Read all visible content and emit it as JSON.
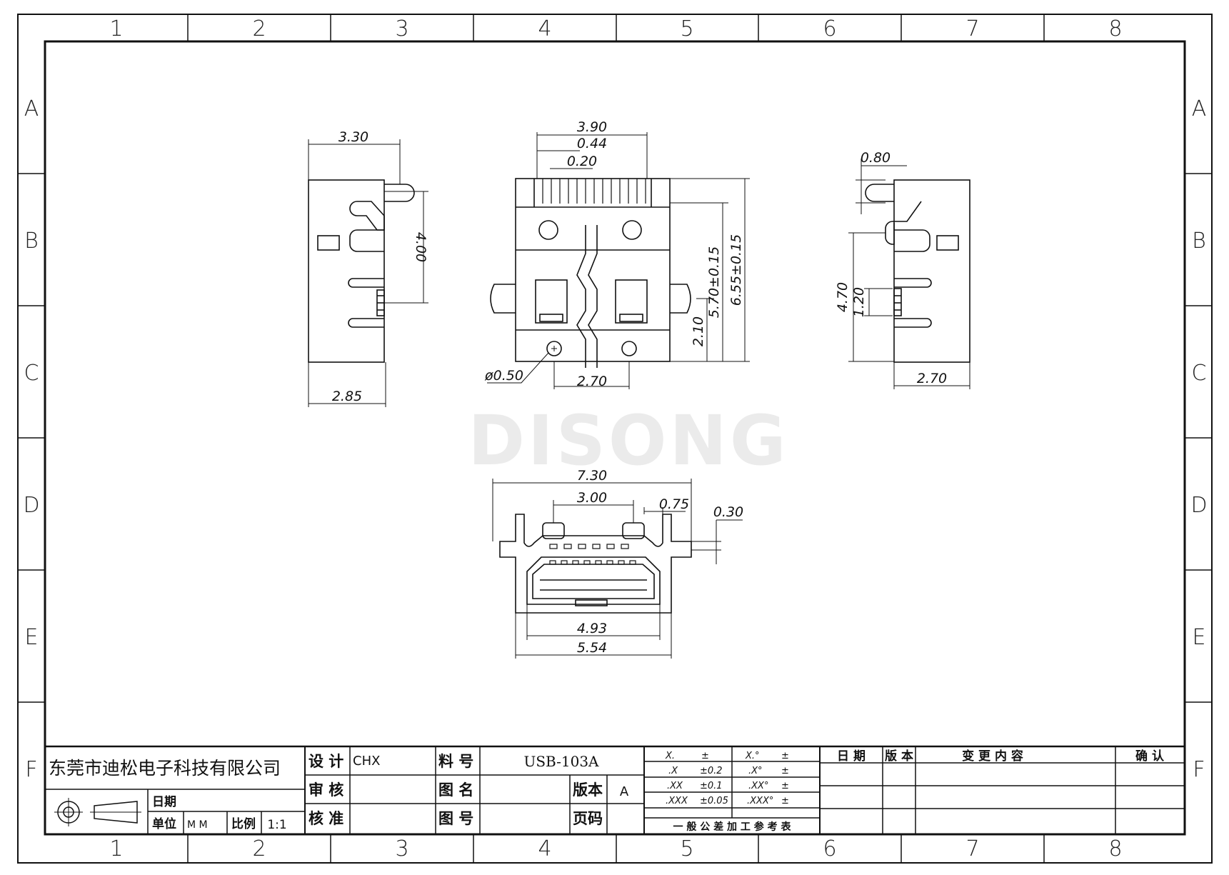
{
  "grid": {
    "columns": [
      "1",
      "2",
      "3",
      "4",
      "5",
      "6",
      "7",
      "8"
    ],
    "rows": [
      "A",
      "B",
      "C",
      "D",
      "E",
      "F"
    ]
  },
  "watermark": "DISONG",
  "dimensions": {
    "side_left": {
      "width": "3.30",
      "height": "4.00",
      "base": "2.85"
    },
    "top": {
      "total": "3.90",
      "pitch": "0.44",
      "pin": "0.20",
      "h1": "5.70±0.15",
      "h2": "6.55±0.15",
      "h3": "2.10",
      "hole_dia": "ø0.50",
      "hole_spacing": "2.70"
    },
    "side_right": {
      "tab": "0.80",
      "height": "4.70",
      "small": "1.20",
      "base": "2.70"
    },
    "front": {
      "total": "7.30",
      "inner": "3.00",
      "tab": "0.75",
      "thick": "0.30",
      "opening": "4.93",
      "body": "5.54"
    }
  },
  "title_block": {
    "company": "东莞市迪松电子科技有限公司",
    "date_label": "日期",
    "unit_label": "单位",
    "unit_value": "M M",
    "scale_label": "比例",
    "scale_value": "1:1",
    "design_label": "设 计",
    "design_value": "CHX",
    "review_label": "审 核",
    "approve_label": "核 准",
    "part_label": "料 号",
    "part_value": "USB-103A",
    "drawing_name_label": "图 名",
    "drawing_no_label": "图 号",
    "version_label": "版本",
    "version_value": "A",
    "page_label": "页码",
    "tolerance": {
      "rows": [
        [
          "X.",
          "±",
          "X.°",
          "±"
        ],
        [
          ".X",
          "±0.2",
          ".X°",
          "±"
        ],
        [
          ".XX",
          "±0.1",
          ".XX°",
          "±"
        ],
        [
          ".XXX",
          "±0.05",
          ".XXX°",
          "±"
        ]
      ],
      "caption": "一 般 公 差 加 工 参 考 表"
    },
    "revision": {
      "headers": [
        "日 期",
        "版 本",
        "变 更 内 容",
        "确 认"
      ]
    }
  }
}
